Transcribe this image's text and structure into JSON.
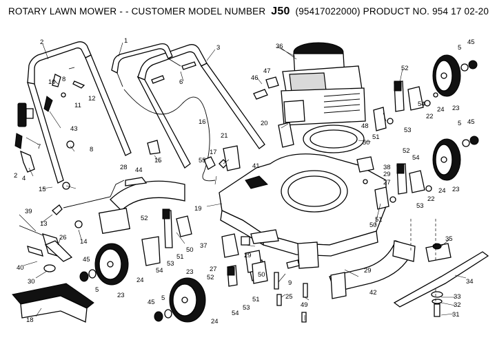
{
  "header": {
    "prefix": "ROTARY LAWN MOWER - - CUSTOMER MODEL NUMBER",
    "model": "J50",
    "suffix": "(95417022000) PRODUCT NO. 954 17 02-20"
  },
  "callouts": {
    "c1": "1",
    "c2": "2",
    "c3": "3",
    "c4": "4",
    "c5a": "5",
    "c5b": "5",
    "c5c": "5",
    "c5d": "5",
    "c6": "6",
    "c7": "7",
    "c8a": "8",
    "c8b": "8",
    "c9": "9",
    "c10": "10",
    "c11": "11",
    "c12": "12",
    "c13": "13",
    "c14": "14",
    "c15a": "15",
    "c15b": "15",
    "c16": "16",
    "c17": "17",
    "c18": "18",
    "c19": "19",
    "c20": "20",
    "c21": "21",
    "c22a": "22",
    "c22b": "22",
    "c23a": "23",
    "c23b": "23",
    "c23c": "23",
    "c23d": "23",
    "c24a": "24",
    "c24b": "24",
    "c24c": "24",
    "c24d": "24",
    "c25": "25",
    "c26": "26",
    "c27a": "27",
    "c27b": "27",
    "c28": "28",
    "c29a": "29",
    "c29b": "29",
    "c29c": "29",
    "c30": "30",
    "c31": "31",
    "c32": "32",
    "c33": "33",
    "c34": "34",
    "c35": "35",
    "c36": "36",
    "c37": "37",
    "c38": "38",
    "c39": "39",
    "c40": "40",
    "c41": "41",
    "c42": "42",
    "c43": "43",
    "c44": "44",
    "c45a": "45",
    "c45b": "45",
    "c45c": "45",
    "c45d": "45",
    "c46": "46",
    "c47": "47",
    "c48": "48",
    "c49": "49",
    "c50a": "50",
    "c50b": "50",
    "c50c": "50",
    "c50d": "50",
    "c51a": "51",
    "c51b": "51",
    "c51c": "51",
    "c51d": "51",
    "c52a": "52",
    "c52b": "52",
    "c52c": "52",
    "c52d": "52",
    "c53a": "53",
    "c53b": "53",
    "c53c": "53",
    "c53d": "53",
    "c54a": "54",
    "c54b": "54",
    "c54c": "54",
    "c54d": "54",
    "c55": "55"
  }
}
